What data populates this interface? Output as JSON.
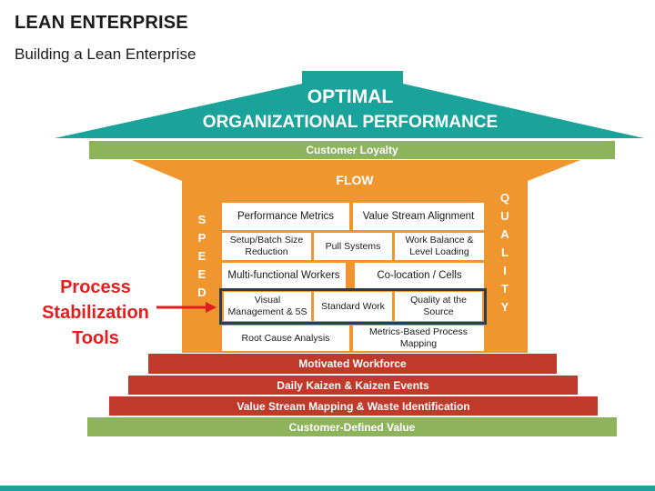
{
  "header": {
    "title": "LEAN ENTERPRISE",
    "subtitle": "Building a Lean Enterprise"
  },
  "roof": {
    "line1": "OPTIMAL",
    "line2": "ORGANIZATIONAL PERFORMANCE",
    "color": "#1aa39a"
  },
  "customer_loyalty": "Customer Loyalty",
  "flow_label": "FLOW",
  "speed_letters": [
    "S",
    "P",
    "E",
    "E",
    "D"
  ],
  "quality_letters": [
    "Q",
    "U",
    "A",
    "L",
    "I",
    "T",
    "Y"
  ],
  "boxes": {
    "performance_metrics": "Performance Metrics",
    "value_stream_alignment": "Value Stream Alignment",
    "setup_batch": "Setup/Batch Size Reduction",
    "pull_systems": "Pull Systems",
    "work_balance": "Work Balance & Level Loading",
    "multifunctional": "Multi-functional Workers",
    "colocation": "Co-location / Cells",
    "visual_management": "Visual Management & 5S",
    "standard_work": "Standard Work",
    "quality_at_source": "Quality at the Source",
    "root_cause": "Root Cause Analysis",
    "metrics_based": "Metrics-Based Process Mapping"
  },
  "foundation": {
    "motivated_workforce": "Motivated Workforce",
    "daily_kaizen": "Daily Kaizen & Kaizen Events",
    "value_stream_mapping": "Value Stream Mapping & Waste Identification",
    "customer_defined_value": "Customer-Defined Value"
  },
  "callout": {
    "line1": "Process",
    "line2": "Stabilization",
    "line3": "Tools"
  },
  "colors": {
    "teal": "#1aa39a",
    "green": "#8db45a",
    "orange": "#f0962e",
    "red": "#c0392b",
    "callout_red": "#e02020",
    "highlight_border": "#2e3a4d"
  }
}
